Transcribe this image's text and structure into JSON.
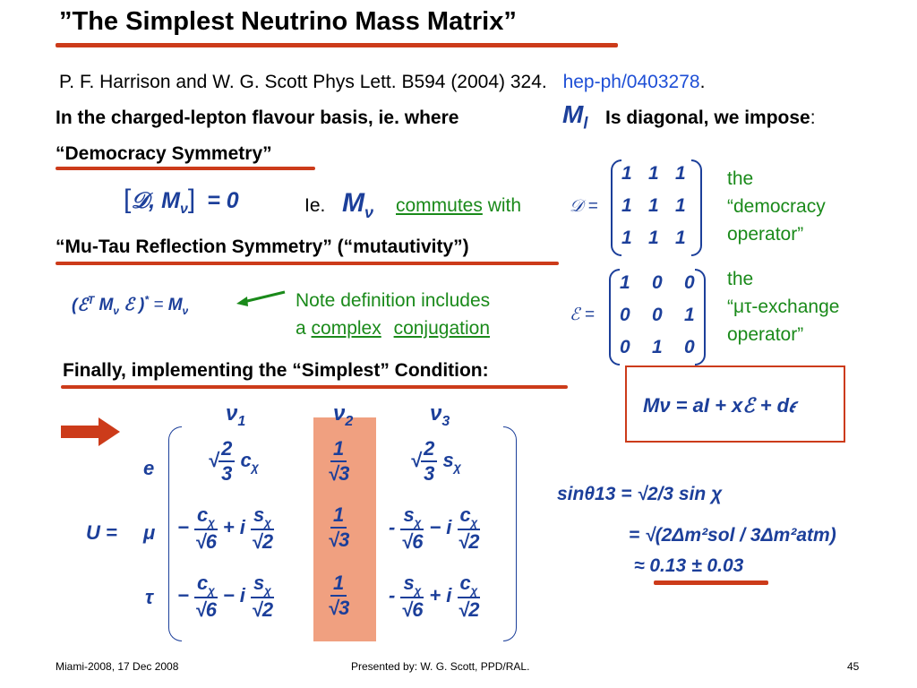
{
  "title": "”The Simplest Neutrino Mass Matrix”",
  "citation": {
    "text": "P. F. Harrison and W. G. Scott Phys Lett. B594 (2004) 324.",
    "link": "hep-ph/0403278",
    "period": "."
  },
  "basis_line": {
    "part1": "In the charged-lepton flavour basis, ie. where",
    "symbol": "M",
    "subscript": "l",
    "part2": "Is diagonal, we impose",
    "colon": ":"
  },
  "democracy": {
    "heading": "“Democracy Symmetry”",
    "equation_lhs": "𝒟, M",
    "equation_sub": "ν",
    "equation_rhs": "= 0",
    "ie": "Ie.",
    "mnu": "M",
    "mnu_sub": "ν",
    "commutes": "commutes",
    "with": "with",
    "operator_symbol": "𝒟 =",
    "matrix": [
      [
        "1",
        "1",
        "1"
      ],
      [
        "1",
        "1",
        "1"
      ],
      [
        "1",
        "1",
        "1"
      ]
    ],
    "note": [
      "the",
      "“democracy",
      "operator”"
    ]
  },
  "mutau": {
    "heading": "“Mu-Tau Reflection Symmetry” (“mutautivity”)",
    "equation": "(ℰ",
    "equation_sup": "T",
    "note_line1": "Note definition includes",
    "note_line2_a": "a",
    "note_complex": "complex",
    "note_conjugation": "conjugation",
    "operator_symbol": "ℰ =",
    "matrix": [
      [
        "1",
        "0",
        "0"
      ],
      [
        "0",
        "0",
        "1"
      ],
      [
        "0",
        "1",
        "0"
      ]
    ],
    "note": [
      "the",
      "“μτ-exchange",
      "operator”"
    ]
  },
  "simplest": {
    "heading": "Finally, implementing the “Simplest” Condition:",
    "boxed_equation": "Mν = aI + xℰ + d𝜖"
  },
  "mixing": {
    "columns": [
      "ν1",
      "ν2",
      "ν3"
    ],
    "rows": [
      "e",
      "μ",
      "τ"
    ],
    "label": "U ="
  },
  "result": {
    "line1": "sinθ13 = √2/3 sin χ",
    "line2": "= √(2Δm²sol / 3Δm²atm)",
    "line3": "≈ 0.13 ± 0.03"
  },
  "footer": {
    "left": "Miami-2008, 17 Dec 2008",
    "center": "Presented by:  W. G. Scott, PPD/RAL.",
    "right": "45"
  },
  "colors": {
    "accent_red": "#cc3b1a",
    "link_blue": "#1e4fd6",
    "green": "#1a8a1a",
    "math_navy": "#1c3f9a",
    "highlight": "#f0a080"
  }
}
